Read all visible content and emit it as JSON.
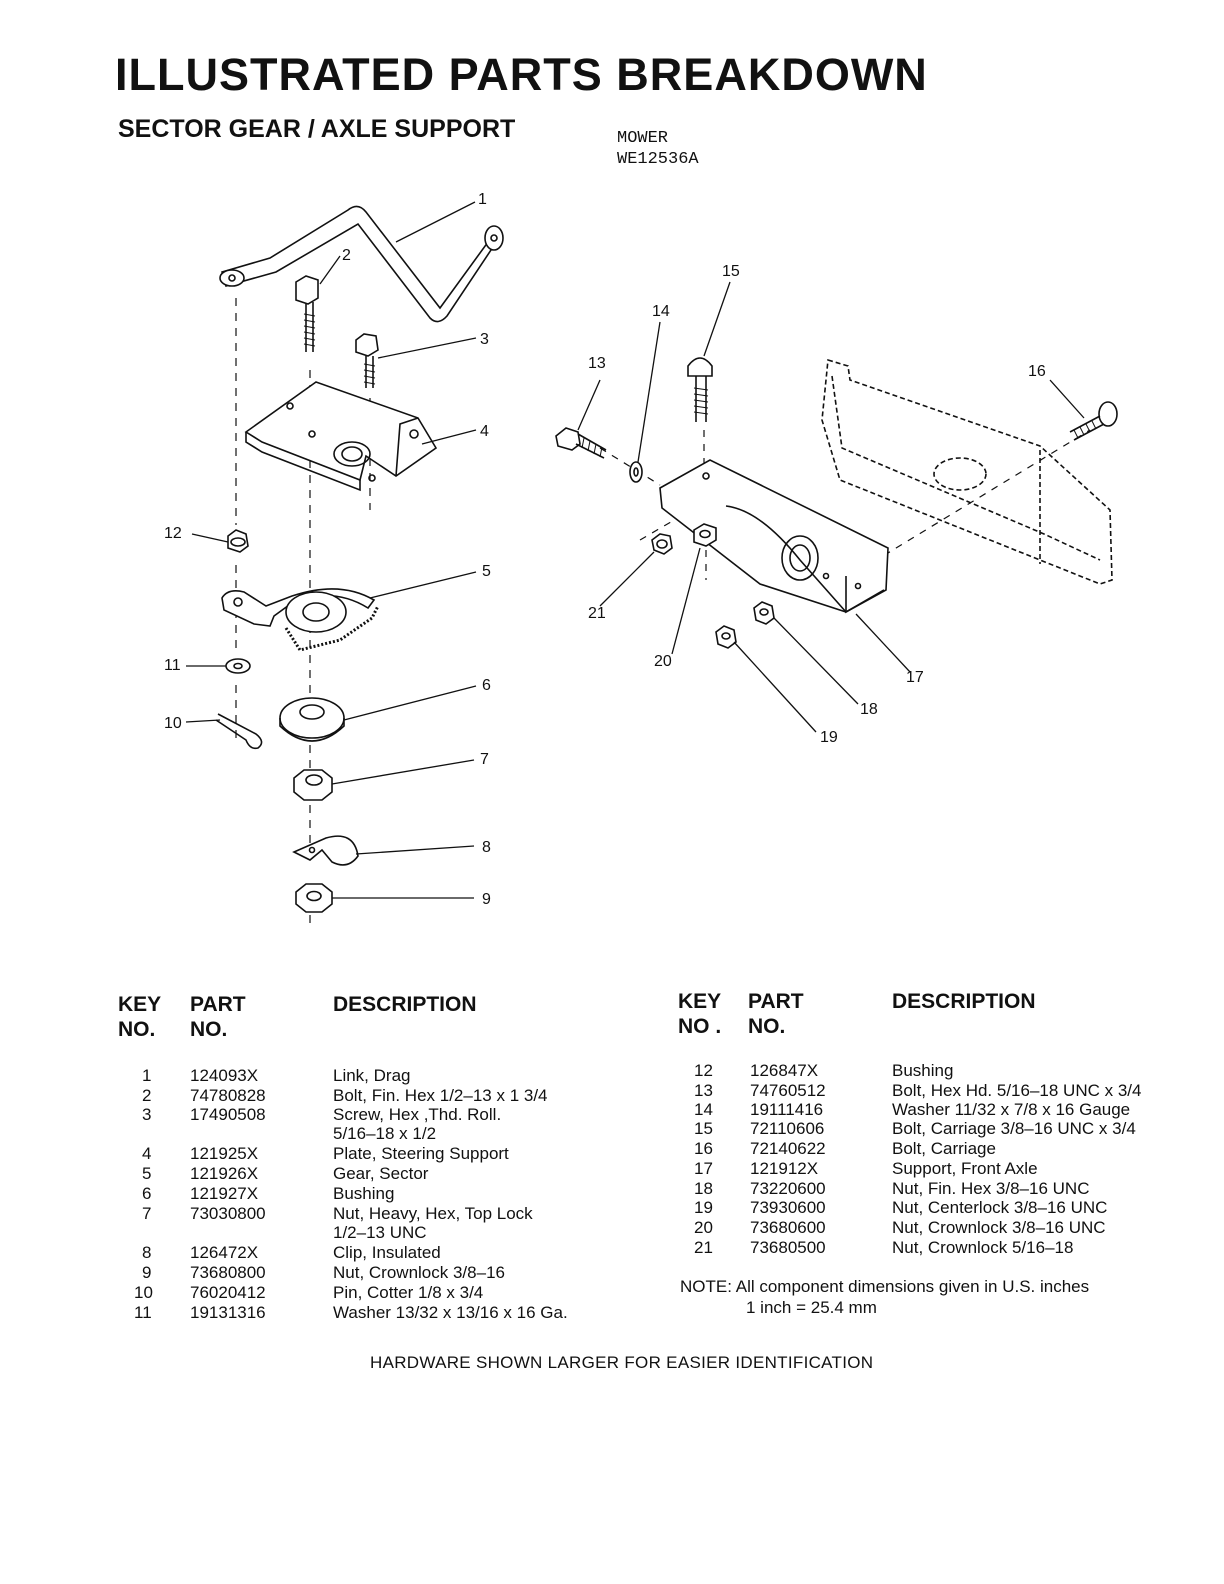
{
  "header": {
    "title": "ILLUSTRATED PARTS BREAKDOWN",
    "subtitle": "SECTOR GEAR / AXLE SUPPORT",
    "model_line1": "MOWER",
    "model_line2": "WE12536A"
  },
  "diagram": {
    "callouts": [
      "1",
      "2",
      "3",
      "4",
      "5",
      "6",
      "7",
      "8",
      "9",
      "10",
      "11",
      "12",
      "13",
      "14",
      "15",
      "16",
      "17",
      "18",
      "19",
      "20",
      "21"
    ]
  },
  "table_headers": {
    "key": "KEY",
    "key2": "NO.",
    "part": "PART",
    "part2": "NO.",
    "description": "DESCRIPTION"
  },
  "table_headers_right": {
    "key": "KEY",
    "key2": "NO .",
    "part": "PART",
    "part2": "NO.",
    "description": "DESCRIPTION"
  },
  "parts_left": [
    {
      "key": "1",
      "part": "124093X",
      "desc": "Link, Drag"
    },
    {
      "key": "2",
      "part": "74780828",
      "desc": "Bolt, Fin. Hex 1/2–13 x 1 3/4"
    },
    {
      "key": "3",
      "part": "17490508",
      "desc": "Screw, Hex ,Thd. Roll."
    },
    {
      "key": "",
      "part": "",
      "desc": "5/16–18 x 1/2"
    },
    {
      "key": "4",
      "part": "121925X",
      "desc": "Plate, Steering Support"
    },
    {
      "key": "5",
      "part": "121926X",
      "desc": "Gear, Sector"
    },
    {
      "key": "6",
      "part": "121927X",
      "desc": "Bushing"
    },
    {
      "key": "7",
      "part": "73030800",
      "desc": "Nut, Heavy, Hex, Top Lock"
    },
    {
      "key": "",
      "part": "",
      "desc": "1/2–13 UNC"
    },
    {
      "key": "8",
      "part": "126472X",
      "desc": "Clip, Insulated"
    },
    {
      "key": "9",
      "part": "73680800",
      "desc": "Nut, Crownlock 3/8–16"
    },
    {
      "key": "10",
      "part": "76020412",
      "desc": "Pin, Cotter 1/8 x 3/4"
    },
    {
      "key": "11",
      "part": "19131316",
      "desc": "Washer 13/32 x 13/16 x 16 Ga."
    }
  ],
  "parts_right": [
    {
      "key": "12",
      "part": "126847X",
      "desc": "Bushing"
    },
    {
      "key": "13",
      "part": "74760512",
      "desc": "Bolt, Hex Hd. 5/16–18 UNC x 3/4"
    },
    {
      "key": "14",
      "part": "19111416",
      "desc": "Washer 11/32 x 7/8 x 16 Gauge"
    },
    {
      "key": "15",
      "part": "72110606",
      "desc": "Bolt, Carriage 3/8–16 UNC x 3/4"
    },
    {
      "key": "16",
      "part": "72140622",
      "desc": "Bolt, Carriage"
    },
    {
      "key": "17",
      "part": "121912X",
      "desc": "Support, Front Axle"
    },
    {
      "key": "18",
      "part": "73220600",
      "desc": "Nut, Fin. Hex 3/8–16 UNC"
    },
    {
      "key": "19",
      "part": "73930600",
      "desc": "Nut, Centerlock 3/8–16 UNC"
    },
    {
      "key": "20",
      "part": "73680600",
      "desc": "Nut, Crownlock 3/8–16 UNC"
    },
    {
      "key": "21",
      "part": "73680500",
      "desc": "Nut, Crownlock 5/16–18"
    }
  ],
  "note": {
    "line1": "NOTE: All component dimensions given in U.S. inches",
    "line2": "1 inch = 25.4 mm"
  },
  "footer": "HARDWARE SHOWN LARGER FOR EASIER IDENTIFICATION"
}
